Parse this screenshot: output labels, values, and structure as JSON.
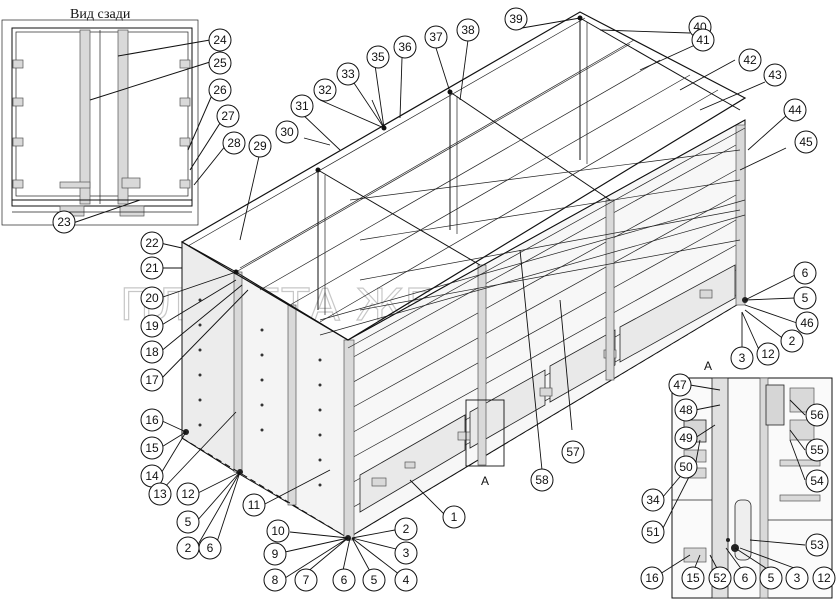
{
  "inset_title": "Вид сзади",
  "detail_label": "A",
  "section_label": "A",
  "watermark": "ПЛАНЕТА ЖЕЛЕЗЯКА",
  "callouts": {
    "c1": "1",
    "c2a": "2",
    "c2b": "2",
    "c2c": "2",
    "c3a": "3",
    "c3b": "3",
    "c3c": "3",
    "c4": "4",
    "c5a": "5",
    "c5b": "5",
    "c5c": "5",
    "c5d": "5",
    "c6a": "6",
    "c6b": "6",
    "c6c": "6",
    "c6d": "6",
    "c7": "7",
    "c8": "8",
    "c9": "9",
    "c10": "10",
    "c11": "11",
    "c12a": "12",
    "c12b": "12",
    "c12c": "12",
    "c13": "13",
    "c14": "14",
    "c15a": "15",
    "c15b": "15",
    "c16a": "16",
    "c16b": "16",
    "c17": "17",
    "c18": "18",
    "c19": "19",
    "c20": "20",
    "c21": "21",
    "c22": "22",
    "c23": "23",
    "c24": "24",
    "c25": "25",
    "c26": "26",
    "c27": "27",
    "c28": "28",
    "c29": "29",
    "c30": "30",
    "c31": "31",
    "c32": "32",
    "c33": "33",
    "c34": "34",
    "c35": "35",
    "c36": "36",
    "c37": "37",
    "c38": "38",
    "c39": "39",
    "c40": "40",
    "c41": "41",
    "c42": "42",
    "c43": "43",
    "c44": "44",
    "c45": "45",
    "c46": "46",
    "c47": "47",
    "c48": "48",
    "c49": "49",
    "c50": "50",
    "c51": "51",
    "c52": "52",
    "c53": "53",
    "c54": "54",
    "c55": "55",
    "c56": "56",
    "c57": "57",
    "c58": "58"
  }
}
